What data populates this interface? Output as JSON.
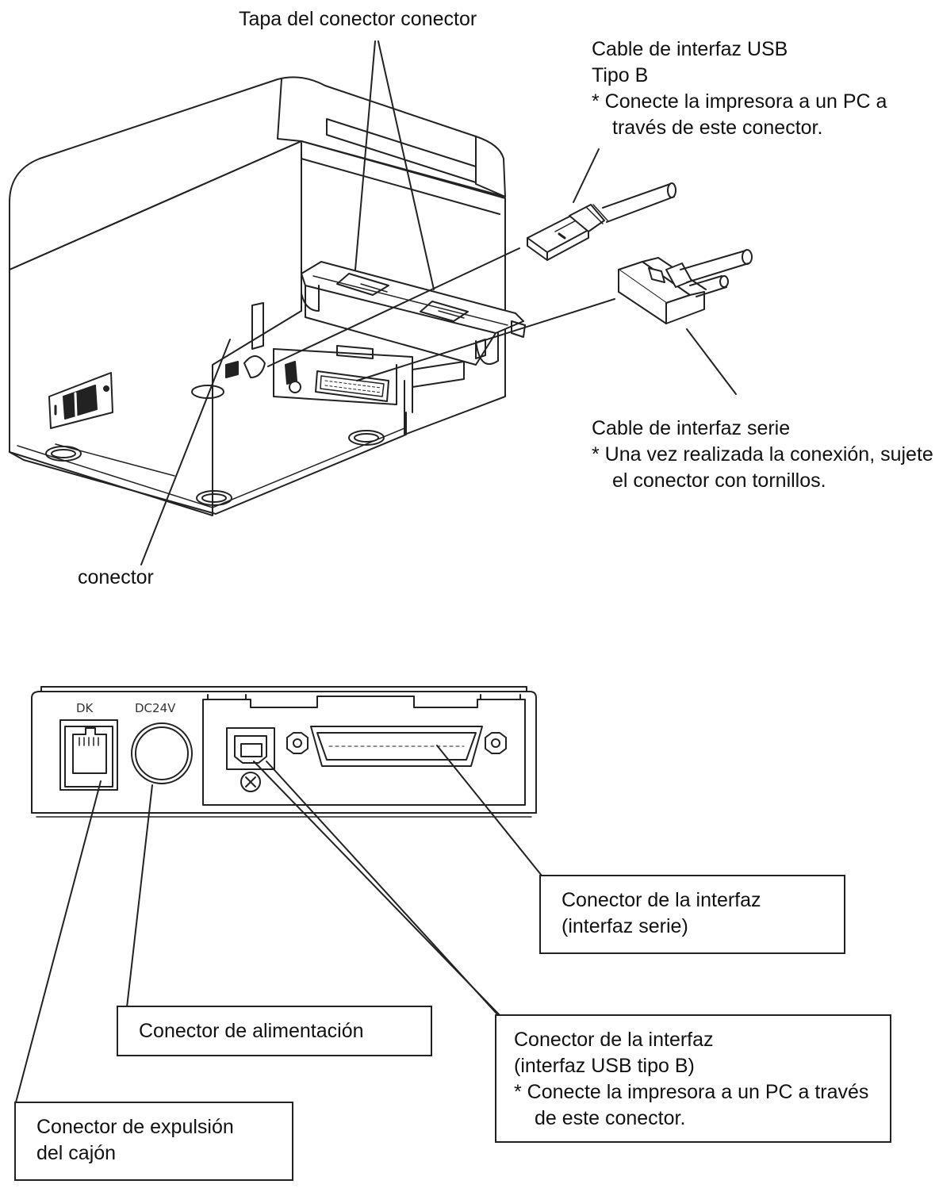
{
  "top_view": {
    "connector_cover_label": "Tapa del conector conector",
    "usb_cable_label": {
      "line1": "Cable de interfaz USB",
      "line2": "Tipo B",
      "note": "* Conecte la impresora a un PC a través de este conector."
    },
    "serial_cable_label": {
      "line1": "Cable de interfaz serie",
      "note": "* Una vez realizada la conexión, sujete el conector con tornillos."
    },
    "connector_label": "conector"
  },
  "rear_view": {
    "panel": {
      "dk_label": "DK",
      "dc24v_label": "DC24V"
    },
    "callouts": {
      "serial_interface": {
        "line1": "Conector de la interfaz",
        "line2": "(interfaz serie)"
      },
      "power": {
        "line1": "Conector de alimentación"
      },
      "usb_interface": {
        "line1": "Conector de la interfaz",
        "line2": "(interfaz USB tipo B)",
        "note": "* Conecte la impresora a un PC a través de este conector."
      },
      "drawer_kick": {
        "line1": "Conector de expulsión",
        "line2": "del cajón"
      }
    }
  },
  "colors": {
    "line": "#222222",
    "background": "#ffffff"
  }
}
